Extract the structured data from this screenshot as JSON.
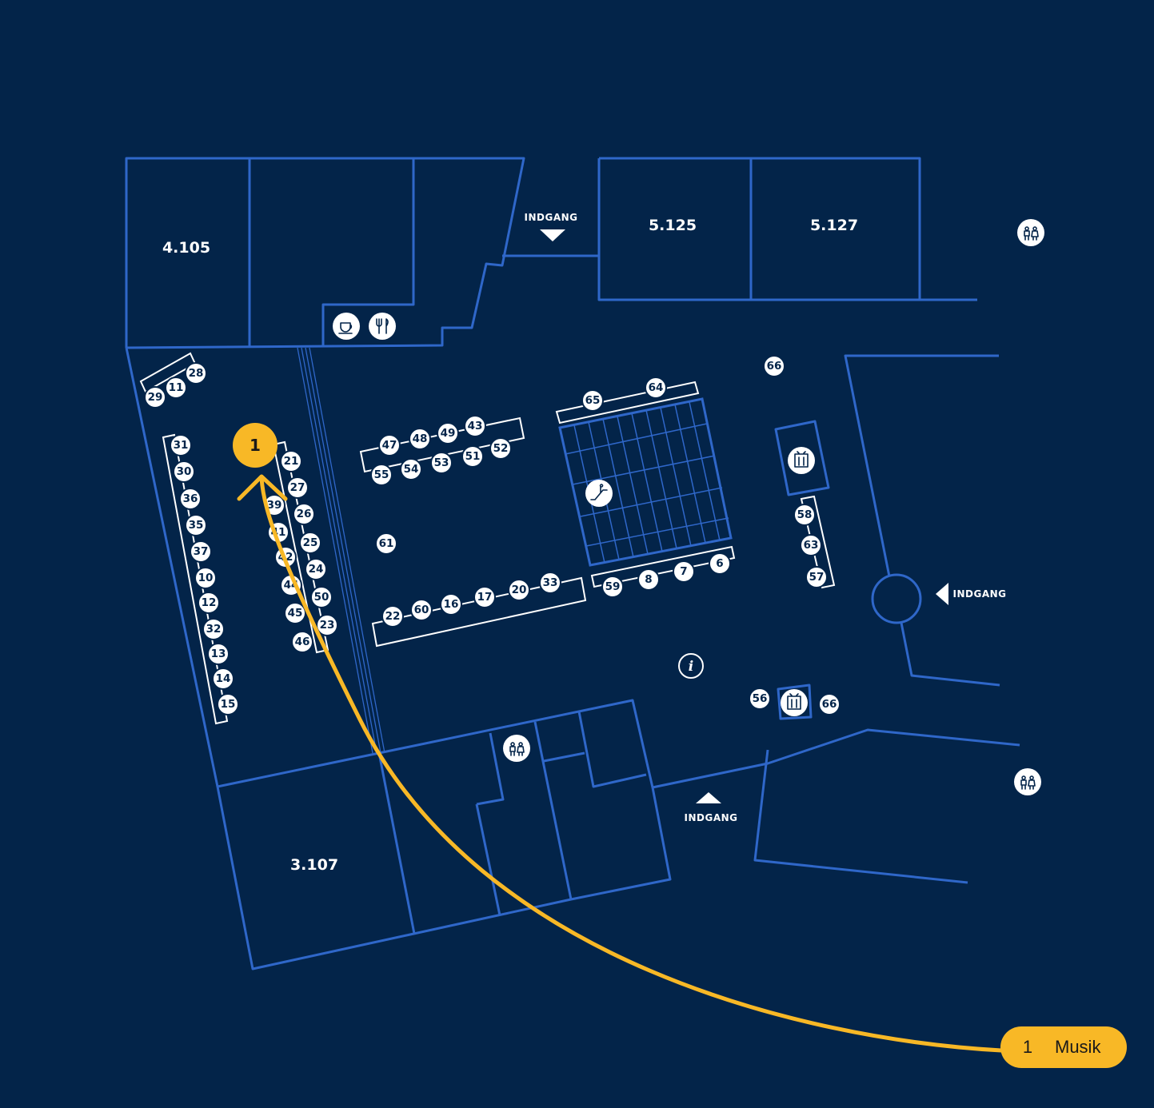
{
  "rooms": [
    {
      "label": "4.105"
    },
    {
      "label": "5.125"
    },
    {
      "label": "5.127"
    },
    {
      "label": "3.107"
    }
  ],
  "entrances": [
    "INDGANG",
    "INDGANG",
    "INDGANG"
  ],
  "stands": [
    "28",
    "11",
    "29",
    "31",
    "30",
    "36",
    "35",
    "37",
    "10",
    "12",
    "32",
    "13",
    "14",
    "15",
    "21",
    "27",
    "26",
    "25",
    "24",
    "50",
    "23",
    "39",
    "41",
    "42",
    "44",
    "45",
    "46",
    "47",
    "48",
    "49",
    "43",
    "55",
    "54",
    "53",
    "51",
    "52",
    "65",
    "64",
    "66",
    "58",
    "63",
    "57",
    "61",
    "59",
    "8",
    "7",
    "6",
    "22",
    "60",
    "16",
    "17",
    "20",
    "33",
    "56",
    "66"
  ],
  "highlight": {
    "number": "1",
    "label": "Musik",
    "color": "#f8b826"
  },
  "icons": [
    "coffee-icon",
    "restaurant-icon",
    "toilet-icon",
    "elevator-icon",
    "escalator-icon",
    "info-icon"
  ],
  "colors": {
    "background": "#032449",
    "walls": "#2f67c9",
    "highlight": "#f8b826",
    "marker": "#ffffff"
  }
}
